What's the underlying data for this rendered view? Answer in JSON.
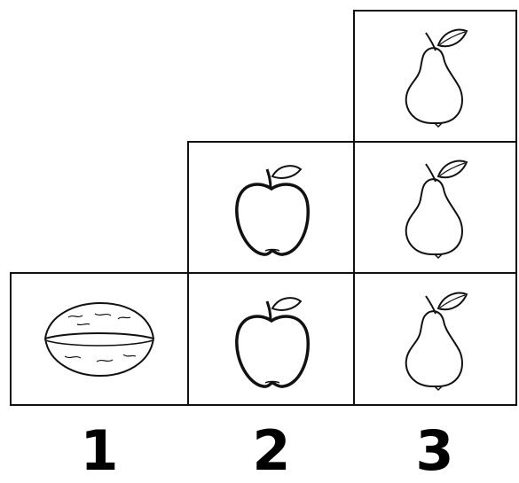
{
  "columns": [
    {
      "label": "1",
      "items": [
        "walnut-icon"
      ]
    },
    {
      "label": "2",
      "items": [
        "apple-icon",
        "apple-icon"
      ]
    },
    {
      "label": "3",
      "items": [
        "pear-icon",
        "pear-icon",
        "pear-icon"
      ]
    }
  ],
  "colors": {
    "outline": "#111111",
    "background": "#ffffff"
  }
}
